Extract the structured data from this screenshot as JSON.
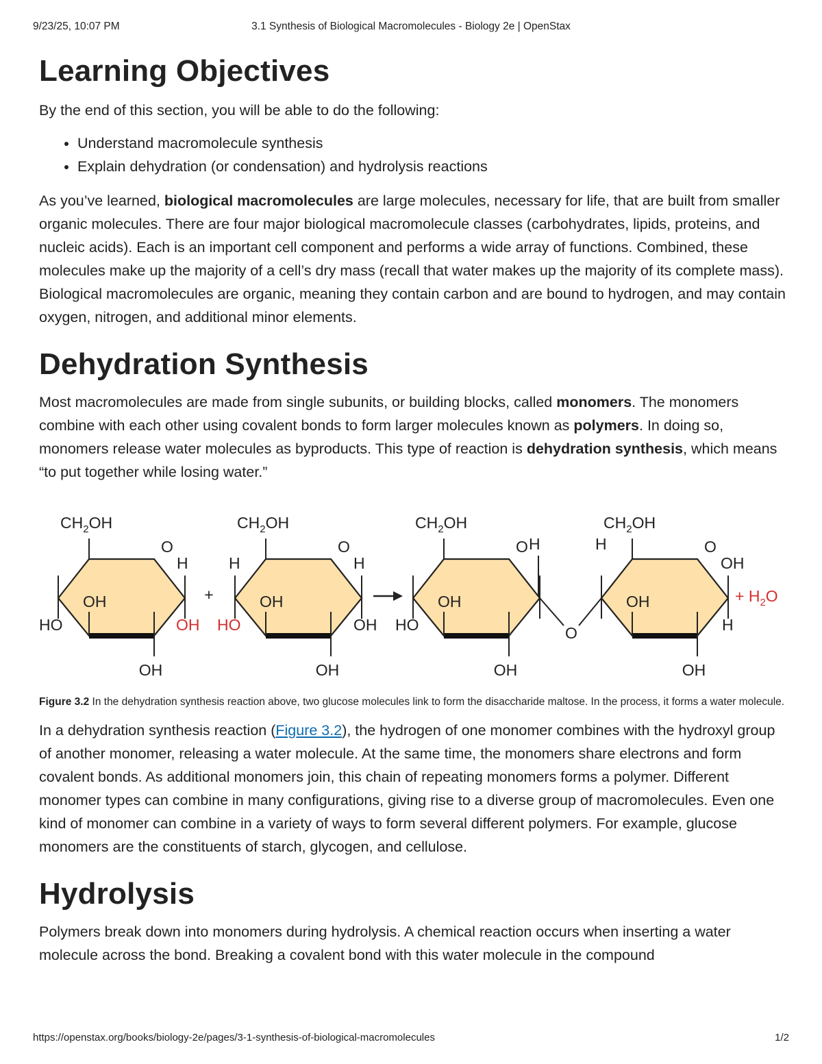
{
  "header": {
    "date": "9/23/25, 10:07 PM",
    "title": "3.1 Synthesis of Biological Macromolecules - Biology 2e | OpenStax"
  },
  "footer": {
    "url": "https://openstax.org/books/biology-2e/pages/3-1-synthesis-of-biological-macromolecules",
    "page": "1/2"
  },
  "learning_objectives": {
    "heading": "Learning Objectives",
    "intro": "By the end of this section, you will be able to do the following:",
    "items": [
      "Understand macromolecule synthesis",
      "Explain dehydration (or condensation) and hydrolysis reactions"
    ]
  },
  "intro_paragraph": {
    "pre": "As you’ve learned, ",
    "bold": "biological macromolecules",
    "post": " are large molecules, necessary for life, that are built from smaller organic molecules. There are four major biological macromolecule classes (carbohydrates, lipids, proteins, and nucleic acids). Each is an important cell component and performs a wide array of functions. Combined, these molecules make up the majority of a cell’s dry mass (recall that water makes up the majority of its complete mass). Biological macromolecules are organic, meaning they contain carbon and are bound to hydrogen, and may contain oxygen, nitrogen, and additional minor elements."
  },
  "dehydration": {
    "heading": "Dehydration Synthesis",
    "p1": {
      "t1": "Most macromolecules are made from single subunits, or building blocks, called ",
      "b1": "monomers",
      "t2": ". The monomers combine with each other using covalent bonds to form larger molecules known as ",
      "b2": "polymers",
      "t3": ". In doing so, monomers release water molecules as byproducts. This type of reaction is ",
      "b3": "dehydration synthesis",
      "t4": ", which means “to put together while losing water.”"
    },
    "figure": {
      "labels": {
        "ch2oh": "CH",
        "ch2oh_sub": "2",
        "ch2oh_end": "OH",
        "o": "O",
        "h": "H",
        "oh": "OH",
        "ho": "HO",
        "plus": "+",
        "water_prefix": "+ H",
        "water_sub": "2",
        "water_end": "O"
      },
      "colors": {
        "ring_fill": "#fde0aa",
        "reacting_group": "#d32f2f"
      },
      "caption_label": "Figure 3.2",
      "caption_text": " In the dehydration synthesis reaction above, two glucose molecules link to form the disaccharide maltose. In the process, it forms a water molecule."
    },
    "p2": {
      "t1": "In a dehydration synthesis reaction (",
      "link": "Figure 3.2",
      "t2": "), the hydrogen of one monomer combines with the hydroxyl group of another monomer, releasing a water molecule. At the same time, the monomers share electrons and form covalent bonds. As additional monomers join, this chain of repeating monomers forms a polymer. Different monomer types can combine in many configurations, giving rise to a diverse group of macromolecules. Even one kind of monomer can combine in a variety of ways to form several different polymers. For example, glucose monomers are the constituents of starch, glycogen, and cellulose."
    }
  },
  "hydrolysis": {
    "heading": "Hydrolysis",
    "p1": "Polymers break down into monomers during hydrolysis. A chemical reaction occurs when inserting a water molecule across the bond. Breaking a covalent bond with this water molecule in the compound"
  }
}
